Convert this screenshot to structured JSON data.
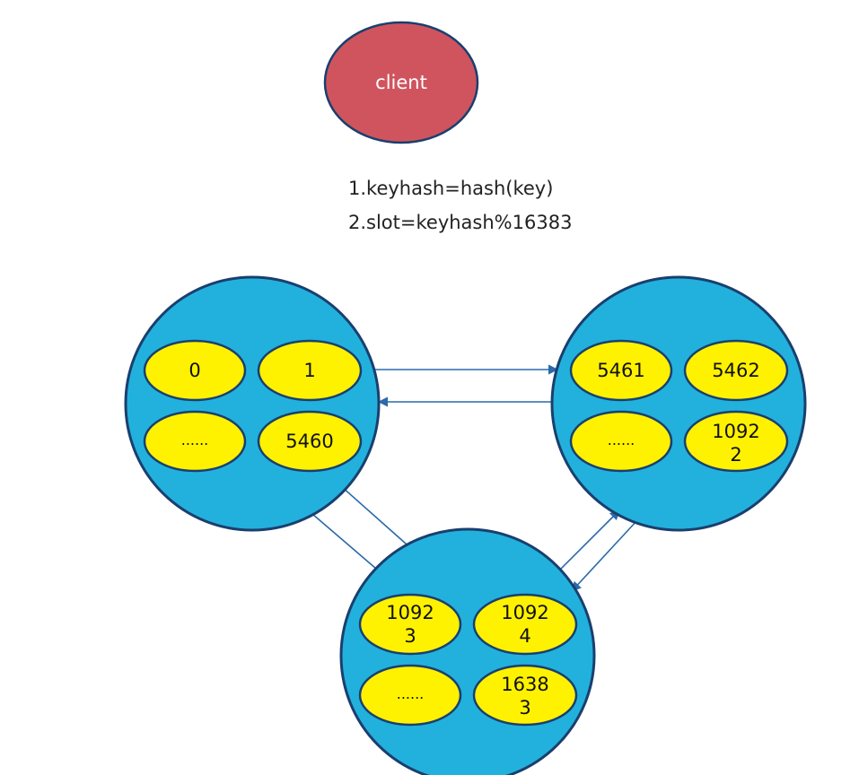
{
  "client": {
    "label": "client"
  },
  "steps": {
    "line1": "1.keyhash=hash(key)",
    "line2": "2.slot=keyhash%16383"
  },
  "nodes": [
    {
      "slots": [
        [
          "0"
        ],
        [
          "1"
        ],
        [
          "......"
        ],
        [
          "5460"
        ]
      ]
    },
    {
      "slots": [
        [
          "5461"
        ],
        [
          "5462"
        ],
        [
          "......"
        ],
        [
          "1092",
          "2"
        ]
      ]
    },
    {
      "slots": [
        [
          "1092",
          "3"
        ],
        [
          "1092",
          "4"
        ],
        [
          "......"
        ],
        [
          "1638",
          "3"
        ]
      ]
    }
  ],
  "colors": {
    "client_fill": "#d0545e",
    "node_fill": "#22b1dd",
    "slot_fill": "#fff200",
    "outline": "#1a3f6e",
    "arrow": "#2a6aaa"
  }
}
